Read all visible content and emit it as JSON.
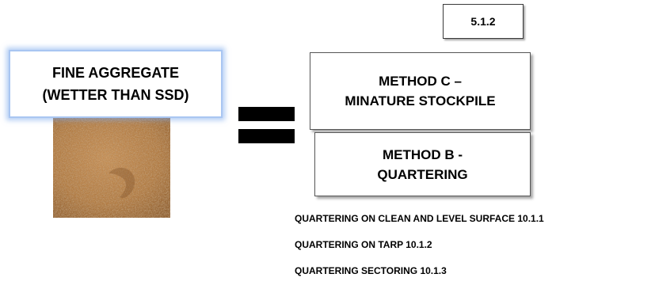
{
  "section_number": "5.1.2",
  "fine_aggregate": {
    "line1": "FINE AGGREGATE",
    "line2": "(WETTER THAN SSD)"
  },
  "methods": [
    {
      "line1": "METHOD C –",
      "line2": "MINATURE STOCKPILE"
    },
    {
      "line1": "METHOD B -",
      "line2": "QUARTERING"
    }
  ],
  "quartering_options": [
    "QUARTERING ON CLEAN AND LEVEL SURFACE 10.1.1",
    "QUARTERING ON TARP 10.1.2",
    "QUARTERING SECTORING 10.1.3"
  ],
  "colors": {
    "sand_base": "#b07a42",
    "sand_light": "#d8a56a",
    "sand_dark": "#7a4e26",
    "label_glow": "#a9c6f2",
    "equals": "#000000"
  },
  "icons": {
    "sand_image": "fine-aggregate-sand-photo",
    "equals": "equals-sign"
  }
}
